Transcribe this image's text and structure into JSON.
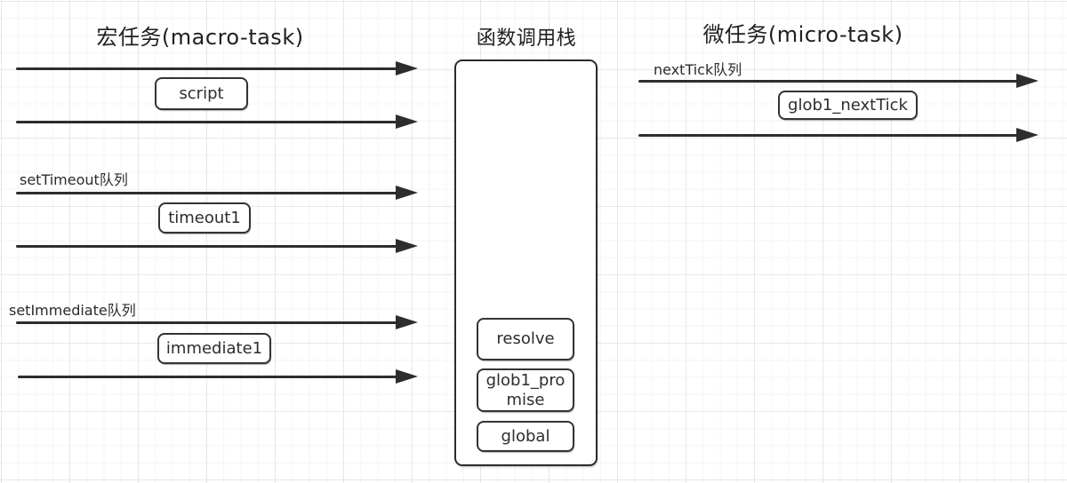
{
  "macro": {
    "title": "宏任务(macro-task)",
    "script_box": "script",
    "settimeout_label": "setTimeout队列",
    "timeout_box": "timeout1",
    "setimmediate_label": "setImmediate队列",
    "immediate_box": "immediate1"
  },
  "stack": {
    "title": "函数调用栈",
    "frames": [
      "resolve",
      "glob1_promise",
      "global"
    ]
  },
  "micro": {
    "title": "微任务(micro-task)",
    "nexttick_label": "nextTick队列",
    "nexttick_box": "glob1_nextTick"
  },
  "colors": {
    "ink": "#2d2d2d",
    "box_border": "#333333",
    "grid_minor": "#f4f4f4",
    "grid_major": "#e7e7e7",
    "background": "#ffffff"
  }
}
